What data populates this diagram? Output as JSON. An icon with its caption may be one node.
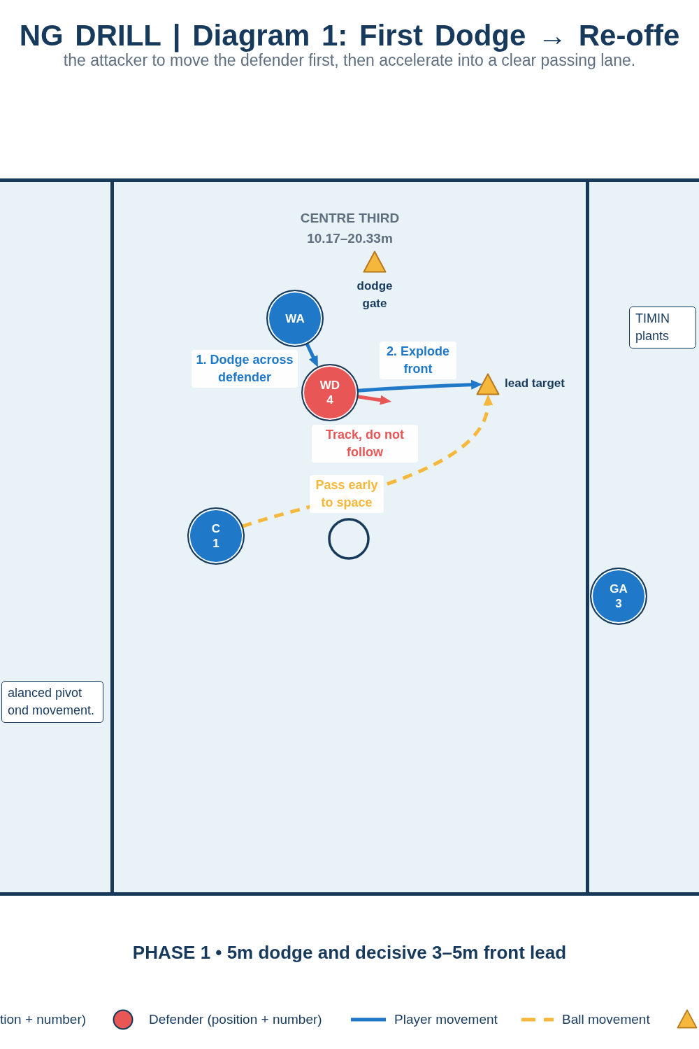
{
  "diagram": {
    "title": "NG DRILL | Diagram 1: First Dodge → Re-offe",
    "caption": "PHASE 1 • 5m dodge and decisive 3–5m front lead",
    "nodes": [
      {
        "text": [],
        "shape": "box"
      },
      {
        "text": [
          "CENTRE THIRD",
          "10.17–20.33m"
        ]
      },
      {
        "text": [],
        "shape": "box"
      },
      {
        "text": [],
        "shape": "triangle",
        "beside": [
          "dodge gate"
        ],
        "in": 1
      },
      {
        "text": [
          "WA"
        ],
        "in": 1
      },
      {
        "text": [
          "TIMIN plants"
        ],
        "in": 2
      },
      {
        "text": [
          "WD",
          "4"
        ],
        "in": 1
      },
      {
        "text": [],
        "shape": "triangle",
        "beside": [
          "lead target"
        ],
        "in": 1
      },
      {
        "text": [
          "C",
          "1"
        ],
        "in": 1
      },
      {
        "text": [],
        "shape": "circle",
        "in": 1
      },
      {
        "text": [
          "GA",
          "3"
        ],
        "in": 2
      },
      {
        "text": [
          "alanced pivot ond movement."
        ],
        "in": 0
      }
    ],
    "edges": [
      {
        "from": 4,
        "to": 6,
        "arrow": "to",
        "label": "1. Dodge across defender"
      },
      {
        "from": 6,
        "to": 7,
        "arrow": "to",
        "label": "2. Explode front"
      },
      {
        "from": 6,
        "to": null,
        "arrow": "to",
        "label": "Track, do not follow",
        "color": "#e85656"
      },
      {
        "from": 8,
        "to": 7,
        "arrow": "to",
        "label": "Pass early to space",
        "style": "dashed",
        "color": "#f5b83d"
      }
    ],
    "labels": [
      "the attacker to move the defender first, then accelerate into a clear passing lane."
    ],
    "legend": [
      {
        "text": "tion + number)"
      },
      {
        "text": "Defender (position + number)",
        "color": "#e85656"
      },
      {
        "text": "Player movement"
      },
      {
        "text": "Ball movement"
      }
    ]
  }
}
